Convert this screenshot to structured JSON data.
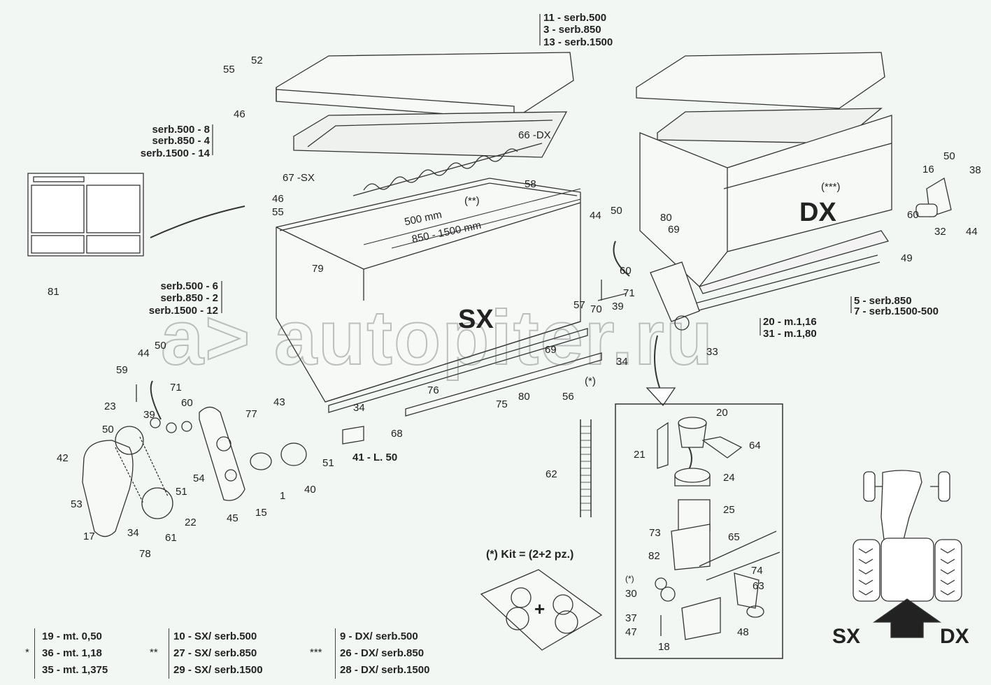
{
  "watermark": "autopiter.ru",
  "top_lid_refs": [
    "11 - serb.500",
    "3 - serb.850",
    "13 - serb.1500"
  ],
  "screen_refs": [
    "serb.500 - 8",
    "serb.850 - 4",
    "serb.1500 - 14"
  ],
  "box_refs": [
    "serb.500 - 6",
    "serb.850 - 2",
    "serb.1500 - 12"
  ],
  "rail_refs": [
    "5 - serb.850",
    "7 - serb.1500-500"
  ],
  "tube_refs": [
    "20 - m.1,16",
    "31 - m.1,80"
  ],
  "dims": {
    "short": "500 mm",
    "long": "850 - 1500 mm"
  },
  "side_labels": {
    "sx": "SX",
    "dx": "DX"
  },
  "kit_label": "(*) Kit = (2+2 pz.)",
  "kit_plus": "+",
  "tractor": {
    "left": "SX",
    "right": "DX"
  },
  "callouts": [
    "52",
    "55",
    "46",
    "66 -DX",
    "67 -SX",
    "58",
    "(**)",
    "46",
    "55",
    "79",
    "81",
    "(***)",
    "44",
    "50",
    "80",
    "69",
    "60",
    "71",
    "39",
    "57",
    "70",
    "34",
    "33",
    "16",
    "50",
    "38",
    "60",
    "32",
    "44",
    "49",
    "(*)",
    "69",
    "80",
    "75",
    "56",
    "76",
    "68",
    "34",
    "41 - L. 50",
    "44",
    "50",
    "59",
    "71",
    "23",
    "39",
    "60",
    "43",
    "77",
    "50",
    "42",
    "53",
    "51",
    "54",
    "51",
    "40",
    "1",
    "15",
    "45",
    "22",
    "61",
    "17",
    "34",
    "78",
    "62",
    "20",
    "64",
    "21",
    "24",
    "25",
    "73",
    "65",
    "82",
    "(*)",
    "30",
    "74",
    "63",
    "37",
    "47",
    "48",
    "18"
  ],
  "legend": {
    "group1": {
      "mark": "*",
      "rows": [
        "19 - mt. 0,50",
        "36 - mt. 1,18",
        "35 - mt. 1,375"
      ]
    },
    "group2": {
      "mark": "**",
      "rows": [
        "10 - SX/ serb.500",
        "27 - SX/ serb.850",
        "29 - SX/ serb.1500"
      ]
    },
    "group3": {
      "mark": "***",
      "rows": [
        "9 - DX/ serb.500",
        "26 - DX/ serb.850",
        "28 - DX/ serb.1500"
      ]
    }
  }
}
